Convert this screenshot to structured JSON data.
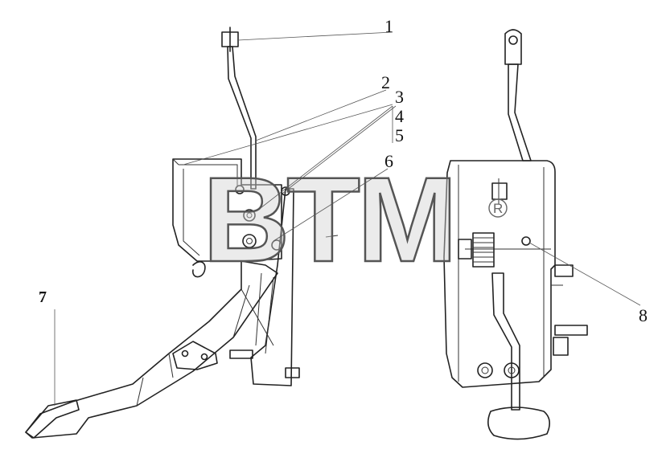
{
  "diagram": {
    "callouts": [
      {
        "id": "1",
        "label": "1"
      },
      {
        "id": "2",
        "label": "2"
      },
      {
        "id": "3",
        "label": "3"
      },
      {
        "id": "4",
        "label": "4"
      },
      {
        "id": "5",
        "label": "5"
      },
      {
        "id": "6",
        "label": "6"
      },
      {
        "id": "7",
        "label": "7"
      },
      {
        "id": "8",
        "label": "8"
      }
    ],
    "watermark": {
      "text": "BTM",
      "registered": "R"
    }
  }
}
